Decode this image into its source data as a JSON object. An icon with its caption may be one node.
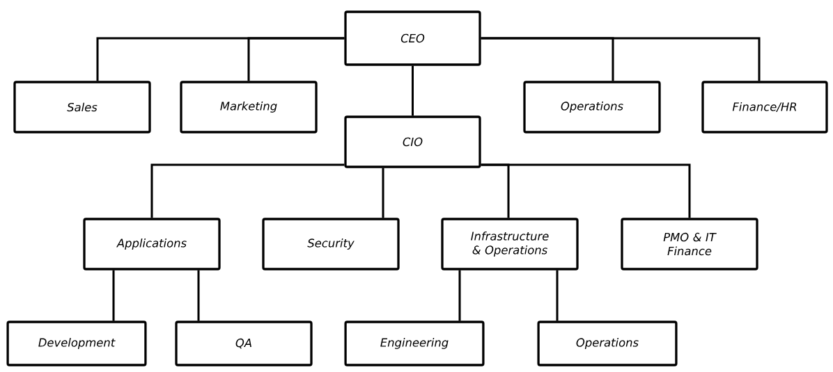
{
  "diagram": {
    "nodes": [
      {
        "text": [
          "CEO"
        ]
      },
      {
        "text": [
          "Sales"
        ]
      },
      {
        "text": [
          "Marketing"
        ]
      },
      {
        "text": [
          "Operations"
        ]
      },
      {
        "text": [
          "Finance/HR"
        ]
      },
      {
        "text": [
          "CIO"
        ]
      },
      {
        "text": [
          "Applications"
        ]
      },
      {
        "text": [
          "Security"
        ]
      },
      {
        "text": [
          "Infrastructure & Operations"
        ]
      },
      {
        "text": [
          "PMO & IT Finance"
        ]
      },
      {
        "text": [
          "Development"
        ]
      },
      {
        "text": [
          "QA"
        ]
      },
      {
        "text": [
          "Engineering"
        ]
      },
      {
        "text": [
          "Operations"
        ]
      }
    ],
    "edges": [
      {
        "from": 0,
        "to": 1,
        "arrow": "none"
      },
      {
        "from": 0,
        "to": 2,
        "arrow": "none"
      },
      {
        "from": 0,
        "to": 3,
        "arrow": "none"
      },
      {
        "from": 0,
        "to": 4,
        "arrow": "none"
      },
      {
        "from": 0,
        "to": 5,
        "arrow": "none"
      },
      {
        "from": 5,
        "to": 6,
        "arrow": "none"
      },
      {
        "from": 5,
        "to": 7,
        "arrow": "none"
      },
      {
        "from": 5,
        "to": 8,
        "arrow": "none"
      },
      {
        "from": 5,
        "to": 9,
        "arrow": "none"
      },
      {
        "from": 6,
        "to": 10,
        "arrow": "none"
      },
      {
        "from": 6,
        "to": 11,
        "arrow": "none"
      },
      {
        "from": 8,
        "to": 12,
        "arrow": "none"
      },
      {
        "from": 8,
        "to": 13,
        "arrow": "none"
      }
    ]
  }
}
